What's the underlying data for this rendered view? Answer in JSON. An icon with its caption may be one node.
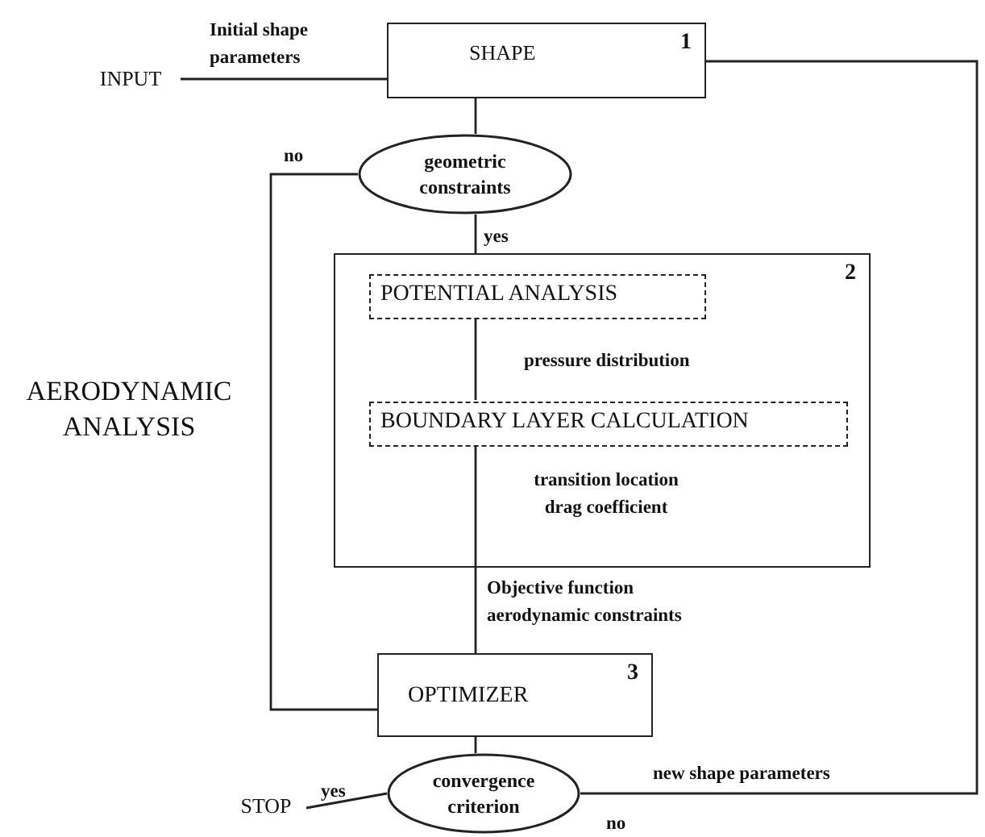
{
  "diagram": {
    "nodes": [
      {
        "text": [
          "INPUT"
        ]
      },
      {
        "text": [
          "SHAPE",
          "1"
        ]
      },
      {
        "text": [
          "geometric constraints"
        ]
      },
      {
        "text": [
          "2"
        ]
      },
      {
        "text": [
          "POTENTIAL ANALYSIS"
        ],
        "in": 3
      },
      {
        "text": [
          "BOUNDARY LAYER CALCULATION"
        ],
        "in": 3
      },
      {
        "text": [
          "OPTIMIZER",
          "3"
        ]
      },
      {
        "text": [
          "convergence criterion"
        ]
      },
      {
        "text": [
          "STOP"
        ]
      }
    ],
    "edges": [
      {
        "from": 0,
        "to": 1,
        "arrow": "none",
        "label": "Initial shape parameters"
      },
      {
        "from": 1,
        "to": 2,
        "arrow": "none"
      },
      {
        "from": 2,
        "to": 3,
        "arrow": "none",
        "label": "yes"
      },
      {
        "from": 2,
        "to": 6,
        "arrow": "none",
        "label": "no"
      },
      {
        "from": 4,
        "to": 5,
        "arrow": "none",
        "label": "pressure distribution"
      },
      {
        "from": 5,
        "to": 3,
        "arrow": "none",
        "label": "transition location drag coefficient"
      },
      {
        "from": 3,
        "to": 6,
        "arrow": "none",
        "label": "Objective function aerodynamic constraints"
      },
      {
        "from": 6,
        "to": 7,
        "arrow": "none"
      },
      {
        "from": 7,
        "to": 8,
        "arrow": "none",
        "label": "yes"
      },
      {
        "from": 7,
        "to": 1,
        "arrow": "none",
        "label": "new shape parameters"
      }
    ],
    "labels": [
      "AERODYNAMIC ANALYSIS",
      "no"
    ]
  }
}
